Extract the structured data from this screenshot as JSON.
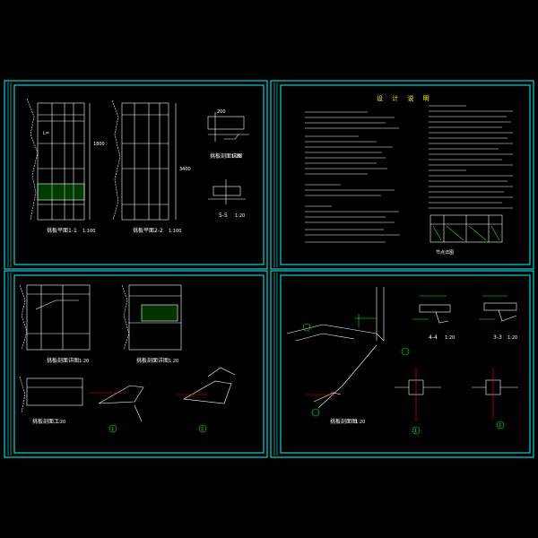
{
  "drawing": {
    "background": "#000000",
    "frame_color": "#00ffff",
    "linework_color": "#ffffff",
    "accent_green": "#00ff00",
    "accent_yellow": "#ffff00",
    "accent_red": "#ff0000"
  },
  "sheets": {
    "top_left": {
      "left_view_title": "挑板平面1-1",
      "left_view_scale": "1:100",
      "right_view_title": "挑板平面2-2",
      "right_view_scale": "1:100",
      "detail_title": "挑板剖面详图",
      "detail_scale": "1:20",
      "section_title": "5-5",
      "section_scale": "1:20",
      "dim_a": "200",
      "dim_b": "3400",
      "dim_c": "1800"
    },
    "top_right": {
      "heading": "设 计 说 明",
      "detail_label": "节点详图"
    },
    "bottom_left": {
      "left_view_title": "挑板剖面详图",
      "left_view_scale": "1:20",
      "right_view_title": "挑板剖面详图",
      "right_view_scale": "1:20",
      "lower_title": "挑板剖面二",
      "lower_scale": "1:20",
      "callout_1": "1",
      "callout_2": "2"
    },
    "bottom_right": {
      "main_title": "挑板剖面图",
      "main_scale": "1:20",
      "sec_44": "4-4",
      "sec_33": "3-3",
      "scale": "1:20",
      "callout_1": "1",
      "callout_2": "2"
    }
  }
}
